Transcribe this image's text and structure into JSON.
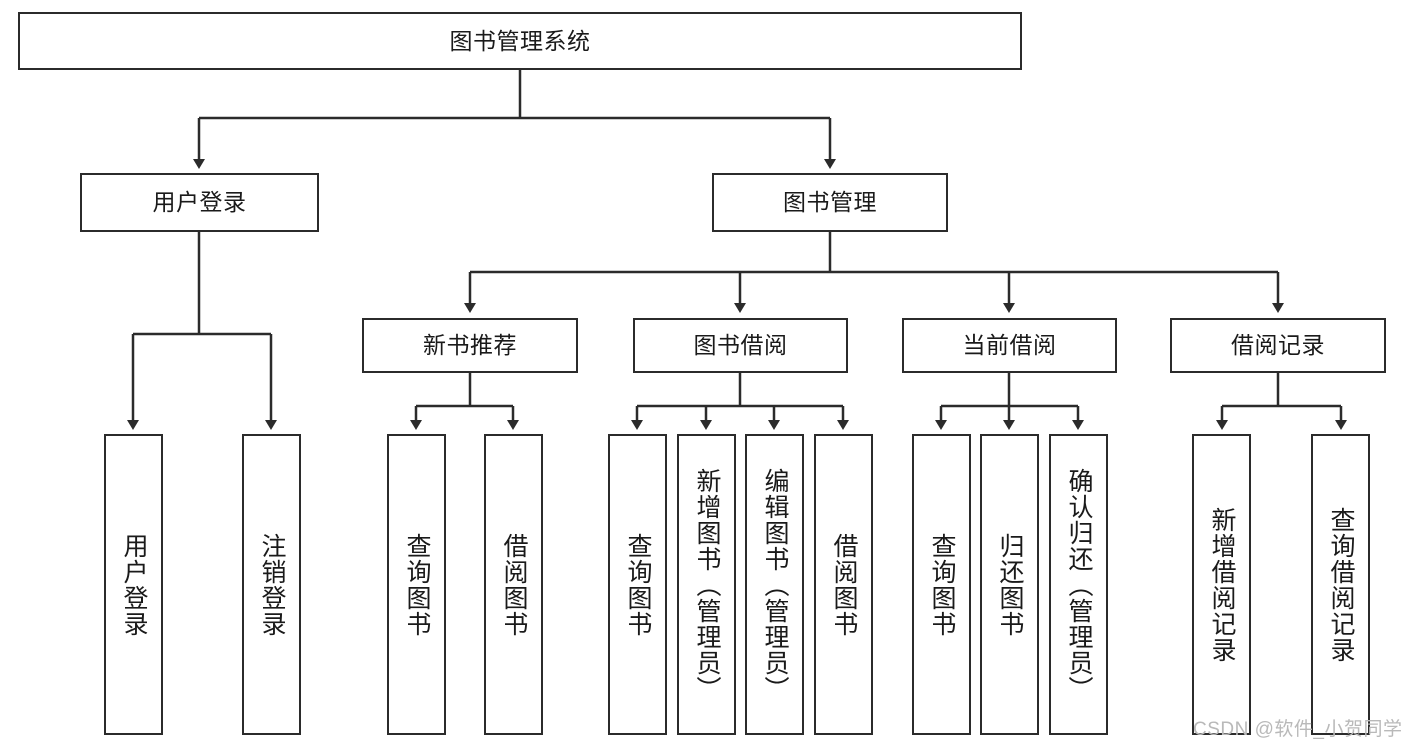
{
  "diagram": {
    "title": "图书管理系统",
    "type": "tree-hierarchy",
    "root": {
      "id": "root",
      "label": "图书管理系统"
    },
    "level2": [
      {
        "id": "user-login",
        "label": "用户登录"
      },
      {
        "id": "book-management",
        "label": "图书管理"
      }
    ],
    "level3": [
      {
        "id": "new-book-recommend",
        "label": "新书推荐",
        "parent": "book-management"
      },
      {
        "id": "book-borrow",
        "label": "图书借阅",
        "parent": "book-management"
      },
      {
        "id": "current-borrow",
        "label": "当前借阅",
        "parent": "book-management"
      },
      {
        "id": "borrow-record",
        "label": "借阅记录",
        "parent": "book-management"
      }
    ],
    "leaves": [
      {
        "id": "leaf-user-login",
        "label": "用户登录",
        "parent": "user-login"
      },
      {
        "id": "leaf-logout",
        "label": "注销登录",
        "parent": "user-login"
      },
      {
        "id": "leaf-query-book-1",
        "label": "查询图书",
        "parent": "new-book-recommend"
      },
      {
        "id": "leaf-borrow-book-1",
        "label": "借阅图书",
        "parent": "new-book-recommend"
      },
      {
        "id": "leaf-query-book-2",
        "label": "查询图书",
        "parent": "book-borrow"
      },
      {
        "id": "leaf-add-book",
        "label": "新增图书（管理员）",
        "parent": "book-borrow"
      },
      {
        "id": "leaf-edit-book",
        "label": "编辑图书（管理员）",
        "parent": "book-borrow"
      },
      {
        "id": "leaf-borrow-book-2",
        "label": "借阅图书",
        "parent": "book-borrow"
      },
      {
        "id": "leaf-query-book-3",
        "label": "查询图书",
        "parent": "current-borrow"
      },
      {
        "id": "leaf-return-book",
        "label": "归还图书",
        "parent": "current-borrow"
      },
      {
        "id": "leaf-confirm-return",
        "label": "确认归还（管理员）",
        "parent": "current-borrow"
      },
      {
        "id": "leaf-add-record",
        "label": "新增借阅记录",
        "parent": "borrow-record"
      },
      {
        "id": "leaf-query-record",
        "label": "查询借阅记录",
        "parent": "borrow-record"
      }
    ],
    "watermark": "CSDN @软件_小贺同学",
    "colors": {
      "stroke": "#2b2b2b",
      "fill": "#ffffff",
      "text": "#1a1a1a",
      "watermark": "#b9b9b9"
    }
  }
}
